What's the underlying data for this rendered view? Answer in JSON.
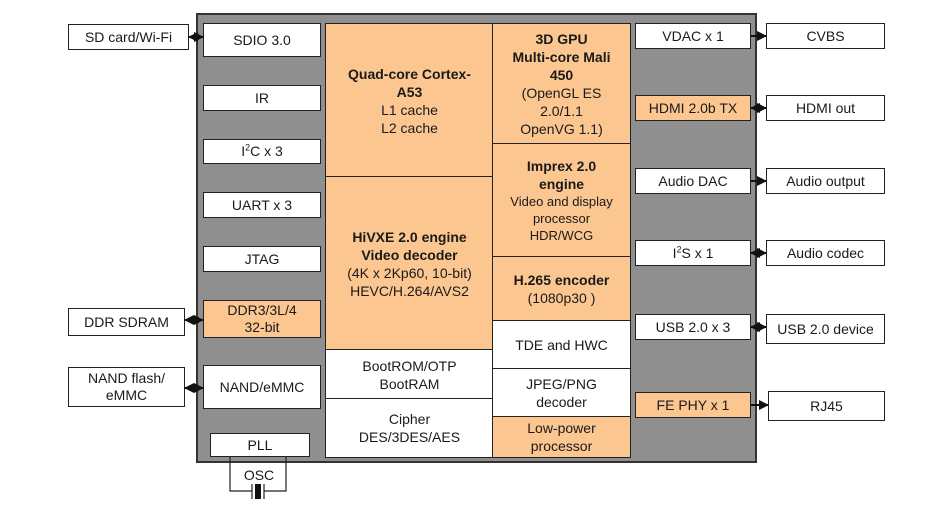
{
  "colors": {
    "chip_bg": "#8f8f8f",
    "accent": "#fcc690",
    "box": "#ffffff",
    "line": "#222222"
  },
  "external_left": {
    "sd_card": "SD card/Wi-Fi",
    "ddr_sdram": "DDR SDRAM",
    "nand_flash_1": "NAND flash/",
    "nand_flash_2": "eMMC"
  },
  "left_interfaces": {
    "sdio": "SDIO 3.0",
    "ir": "IR",
    "i2c_pre": "I",
    "i2c_sup": "2",
    "i2c_post": "C x 3",
    "uart": "UART x 3",
    "jtag": "JTAG",
    "ddr_1": "DDR3/3L/4",
    "ddr_2": "32-bit",
    "nand": "NAND/eMMC",
    "pll": "PLL",
    "osc": "OSC"
  },
  "core": {
    "cpu": {
      "title_1": "Quad-core Cortex-",
      "title_2": "A53",
      "line_1": "L1 cache",
      "line_2": "L2 cache"
    },
    "gpu": {
      "title_1": "3D GPU",
      "title_2": "Multi-core Mali",
      "title_3": "450",
      "line_1": "(OpenGL ES",
      "line_2": "2.0/1.1",
      "line_3": "OpenVG 1.1)"
    },
    "imprex": {
      "title_1": "Imprex 2.0",
      "title_2": "engine",
      "line_1": "Video and display",
      "line_2": "processor",
      "line_3": "HDR/WCG"
    },
    "hivxe": {
      "title_1": "HiVXE 2.0 engine",
      "title_2": "Video decoder",
      "line_1": "(4K x 2Kp60, 10-bit)",
      "line_2": "HEVC/H.264/AVS2"
    },
    "h265": {
      "title": "H.265 encoder",
      "line_1": "(1080p30 )"
    },
    "bootrom": {
      "line_1": "BootROM/OTP",
      "line_2": "BootRAM"
    },
    "tde": "TDE and HWC",
    "jpeg": {
      "line_1": "JPEG/PNG",
      "line_2": "decoder"
    },
    "cipher": {
      "line_1": "Cipher",
      "line_2": "DES/3DES/AES"
    },
    "lowpower": {
      "line_1": "Low-power",
      "line_2": "processor"
    }
  },
  "right_interfaces": {
    "vdac": "VDAC x 1",
    "hdmi": "HDMI 2.0b TX",
    "audio_dac": "Audio DAC",
    "i2s_pre": "I",
    "i2s_sup": "2",
    "i2s_post": "S x 1",
    "usb": "USB 2.0 x 3",
    "fe_phy": "FE PHY x 1"
  },
  "external_right": {
    "cvbs": "CVBS",
    "hdmi_out": "HDMI out",
    "audio_output": "Audio output",
    "audio_codec": "Audio codec",
    "usb_device": "USB 2.0 device",
    "rj45": "RJ45"
  }
}
